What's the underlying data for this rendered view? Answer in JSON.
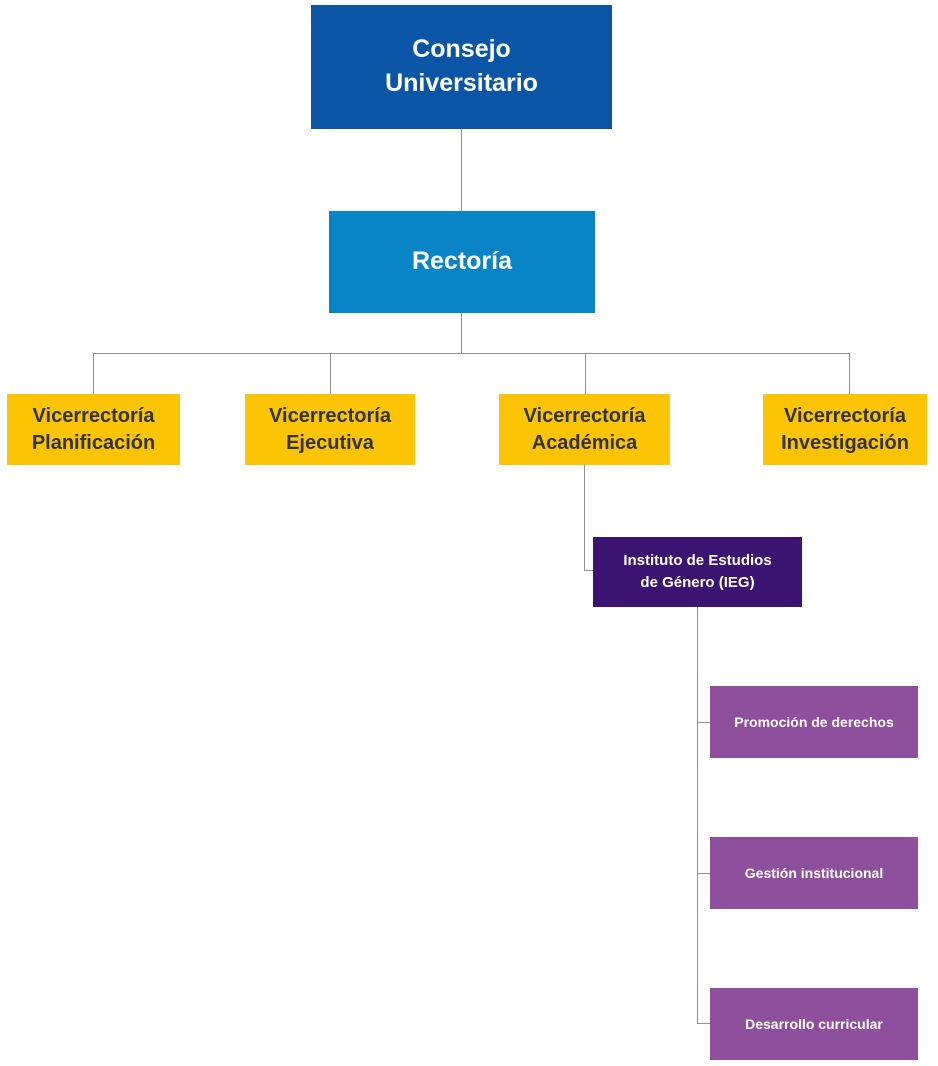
{
  "diagram": {
    "title": "University organizational chart",
    "type": "org-chart"
  },
  "palette": {
    "consejo_bg": "#0A55A5",
    "rectoria_bg": "#0984C6",
    "vicerrectoria_bg": "#FBC505",
    "vicerrectoria_text": "#333333",
    "instituto_bg": "#3B1370",
    "area_bg": "#8E4F9C",
    "node_text_light": "#FFFFFF",
    "connector": "#919191"
  },
  "nodes": {
    "consejo": {
      "label": "Consejo Universitario"
    },
    "rectoria": {
      "label": "Rectoría"
    },
    "vicerrectorias": [
      {
        "label": "Vicerrectoría Planificación"
      },
      {
        "label": "Vicerrectoría Ejecutiva"
      },
      {
        "label": "Vicerrectoría Académica"
      },
      {
        "label": "Vicerrectoría Investigación"
      }
    ],
    "instituto": {
      "label": "Instituto de Estudios de Género (IEG)"
    },
    "areas": [
      {
        "label": "Promoción de derechos"
      },
      {
        "label": "Gestión institucional"
      },
      {
        "label": "Desarrollo curricular"
      }
    ]
  },
  "hierarchy": {
    "root": "Consejo Universitario",
    "edges": [
      [
        "Consejo Universitario",
        "Rectoría"
      ],
      [
        "Rectoría",
        "Vicerrectoría Planificación"
      ],
      [
        "Rectoría",
        "Vicerrectoría Ejecutiva"
      ],
      [
        "Rectoría",
        "Vicerrectoría Académica"
      ],
      [
        "Rectoría",
        "Vicerrectoría Investigación"
      ],
      [
        "Vicerrectoría Académica",
        "Instituto de Estudios de Género (IEG)"
      ],
      [
        "Instituto de Estudios de Género (IEG)",
        "Promoción de derechos"
      ],
      [
        "Instituto de Estudios de Género (IEG)",
        "Gestión institucional"
      ],
      [
        "Instituto de Estudios de Género (IEG)",
        "Desarrollo curricular"
      ]
    ]
  }
}
